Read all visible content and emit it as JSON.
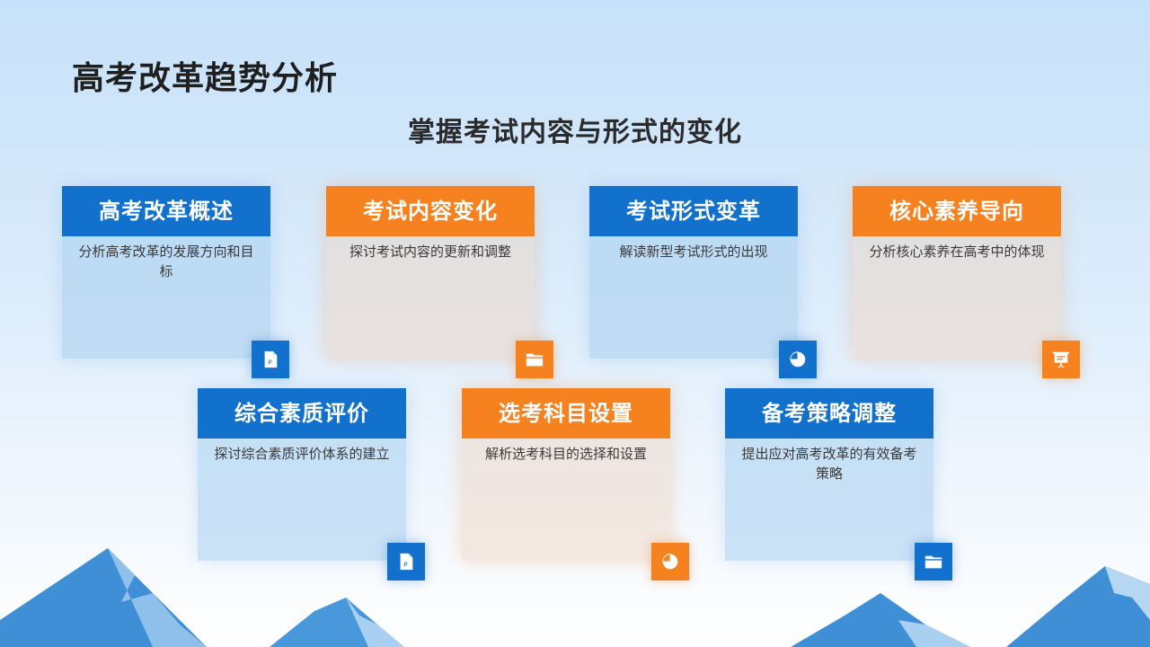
{
  "page": {
    "title": "高考改革趋势分析",
    "subtitle": "掌握考试内容与形式的变化"
  },
  "cards": [
    {
      "title": "高考改革概述",
      "desc": "分析高考改革的发展方向和目标",
      "icon": "document-icon",
      "color": "#1271cc"
    },
    {
      "title": "考试内容变化",
      "desc": "探讨考试内容的更新和调整",
      "icon": "folder-icon",
      "color": "#f5811f"
    },
    {
      "title": "考试形式变革",
      "desc": "解读新型考试形式的出现",
      "icon": "pie-chart-icon",
      "color": "#1271cc"
    },
    {
      "title": "核心素养导向",
      "desc": "分析核心素养在高考中的体现",
      "icon": "presentation-icon",
      "color": "#f5811f"
    },
    {
      "title": "综合素质评价",
      "desc": "探讨综合素质评价体系的建立",
      "icon": "document-icon",
      "color": "#1271cc"
    },
    {
      "title": "选考科目设置",
      "desc": "解析选考科目的选择和设置",
      "icon": "pie-chart-icon",
      "color": "#f5811f"
    },
    {
      "title": "备考策略调整",
      "desc": "提出应对高考改革的有效备考策略",
      "icon": "folder-icon",
      "color": "#1271cc"
    }
  ]
}
